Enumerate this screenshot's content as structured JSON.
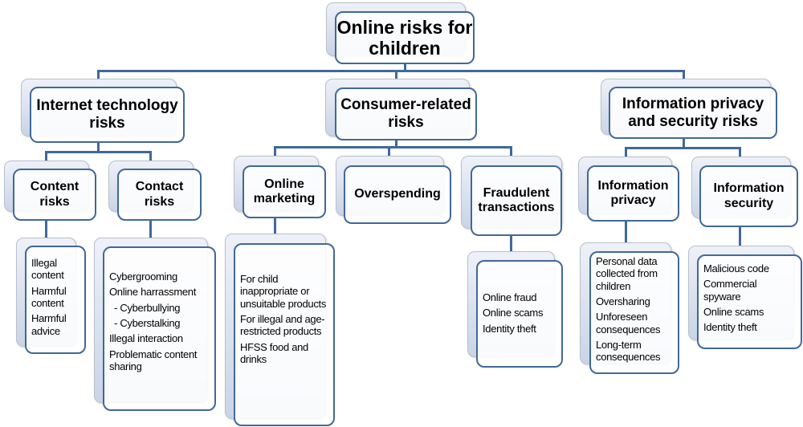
{
  "root": {
    "label_line1": "Online risks for",
    "label_line2": "children"
  },
  "level1": [
    {
      "label_line1": "Internet technology",
      "label_line2": "risks"
    },
    {
      "label_line1": "Consumer-related",
      "label_line2": "risks"
    },
    {
      "label_line1": "Information privacy",
      "label_line2": "and security risks"
    }
  ],
  "level2": {
    "content": {
      "label_line1": "Content",
      "label_line2": "risks"
    },
    "contact": {
      "label_line1": "Contact",
      "label_line2": "risks"
    },
    "online_marketing": {
      "label_line1": "Online",
      "label_line2": "marketing"
    },
    "overspending": {
      "label_line1": "Overspending"
    },
    "fraudulent": {
      "label_line1": "Fraudulent",
      "label_line2": "transactions"
    },
    "info_privacy": {
      "label_line1": "Information",
      "label_line2": "privacy"
    },
    "info_security": {
      "label_line1": "Information",
      "label_line2": "security"
    }
  },
  "level3": {
    "content": [
      "Illegal content",
      "Harmful content",
      "Harmful advice"
    ],
    "contact": [
      "Cybergrooming",
      "Online harrassment",
      "- Cyberbullying",
      "- Cyberstalking",
      "Illegal interaction",
      "Problematic content sharing"
    ],
    "online_marketing": [
      "For child inappropriate or unsuitable products",
      "For illegal and age-restricted products",
      "HFSS food and drinks"
    ],
    "fraudulent": [
      "Online fraud",
      "Online scams",
      "Identity theft"
    ],
    "info_privacy": [
      "Personal data collected from children",
      "Oversharing",
      "Unforeseen consequences",
      "Long-term consequences"
    ],
    "info_security": [
      "Malicious code",
      "Commercial spyware",
      "Online scams",
      "Identity theft"
    ]
  },
  "colors": {
    "connector": "#41689a",
    "box_border": "#41689a",
    "back_gradient_top": "#eef1f8",
    "back_gradient_bottom": "#c9d4e6"
  }
}
